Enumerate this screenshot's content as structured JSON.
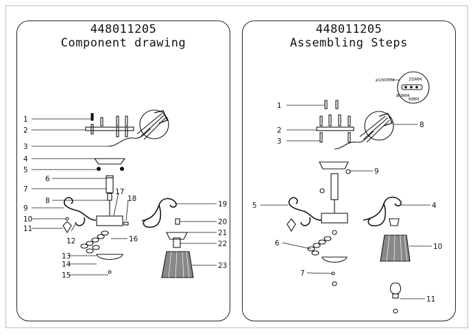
{
  "left_panel": {
    "code": "448011205",
    "title": "Component drawing",
    "callouts": [
      "1",
      "2",
      "3",
      "4",
      "5",
      "6",
      "7",
      "8",
      "9",
      "10",
      "11",
      "12",
      "13",
      "14",
      "15",
      "16",
      "17",
      "18",
      "19",
      "20",
      "21",
      "22",
      "23"
    ]
  },
  "right_panel": {
    "code": "448011205",
    "title": "Assembling Steps",
    "callouts": [
      "1",
      "2",
      "3",
      "4",
      "5",
      "6",
      "7",
      "8",
      "9",
      "10",
      "11"
    ],
    "inset": {
      "diameter": "⌀160MM",
      "dim_a": "35MM",
      "dim_b": "80MM",
      "dim_c": "6MM"
    }
  },
  "colors": {
    "ink": "#111111",
    "frame": "#bdbdbd",
    "background": "#ffffff"
  }
}
